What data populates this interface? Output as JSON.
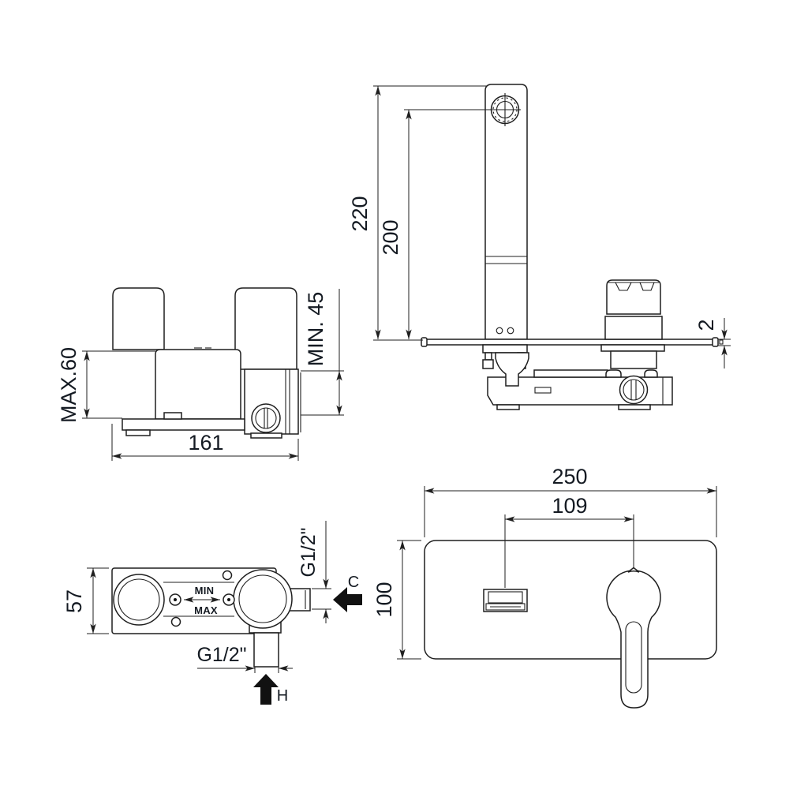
{
  "drawing": {
    "background": "#ffffff",
    "line_color": "#1f1f1f",
    "dim_text_color": "#141a22",
    "arrow_fill": "#111111"
  },
  "views": {
    "body_side": {
      "max_depth": "MAX.60",
      "min_depth": "MIN. 45",
      "overall_width": "161"
    },
    "faucet_profile": {
      "overall_height": "220",
      "spout_center_height": "200",
      "plate_thickness": "2"
    },
    "body_top": {
      "body_depth": "57",
      "min_label": "MIN",
      "max_label": "MAX",
      "cold_inlet_thread": "G1/2\"",
      "cold_inlet_label": "C",
      "hot_inlet_thread": "G1/2\"",
      "hot_inlet_label": "H"
    },
    "plate_front": {
      "plate_width": "250",
      "spout_handle_distance": "109",
      "plate_height": "100"
    }
  }
}
